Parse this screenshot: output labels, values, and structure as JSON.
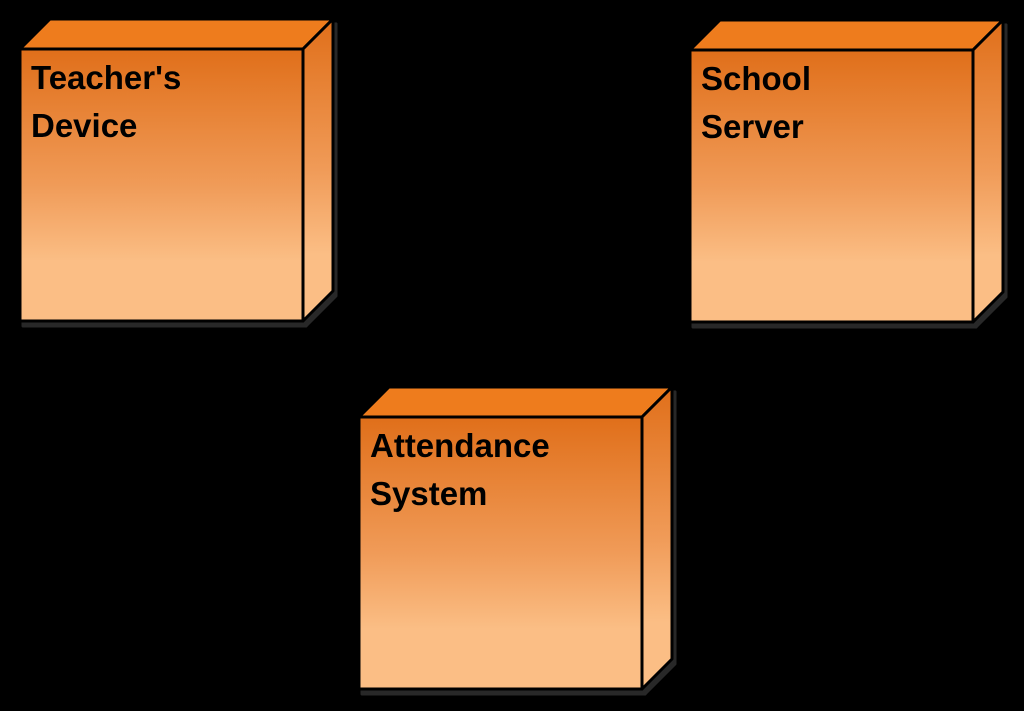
{
  "diagram": {
    "kind": "uml-deployment-diagram",
    "background_color": "#000000",
    "node_style": {
      "gradient_top_color": "#E06F1A",
      "gradient_bottom_color": "#FBBE85",
      "top_face_color": "#EE7C1D",
      "border_color": "#000000",
      "text_color": "#000000"
    },
    "nodes": [
      {
        "id": "teachers-device",
        "label": "Teacher's\nDevice"
      },
      {
        "id": "school-server",
        "label": "School\nServer"
      },
      {
        "id": "attendance-system",
        "label": "Attendance\nSystem"
      }
    ],
    "connectors": []
  }
}
